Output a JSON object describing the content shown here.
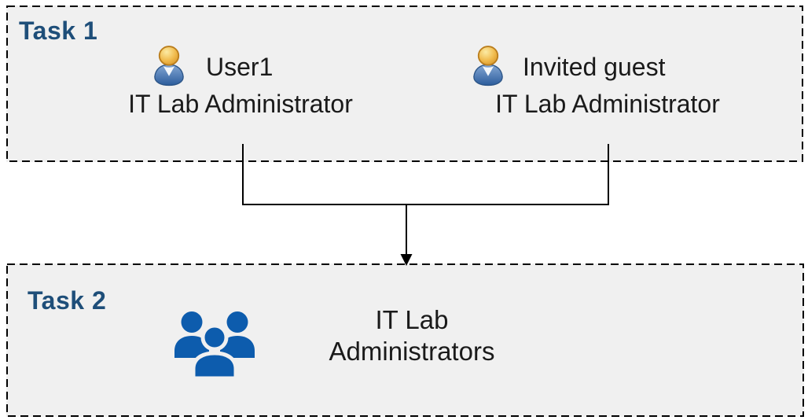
{
  "task1": {
    "label": "Task 1",
    "users": [
      {
        "name": "User1",
        "role": "IT Lab Administrator",
        "icon": "person-icon"
      },
      {
        "name": "Invited guest",
        "role": "IT Lab Administrator",
        "icon": "person-icon"
      }
    ]
  },
  "task2": {
    "label": "Task 2",
    "group": {
      "name_line1": "IT Lab",
      "name_line2": "Administrators",
      "icon": "group-icon"
    }
  },
  "connector": {
    "type": "merge-arrow",
    "from": [
      "User1",
      "Invited guest"
    ],
    "to": "IT Lab Administrators"
  },
  "colors": {
    "task_label": "#1E4E79",
    "box_fill": "#F0F0F0",
    "box_border": "#000000",
    "connector": "#000000",
    "text": "#1A1A1A",
    "group_blue": "#0D5CAD",
    "head_gold": "#EFB845",
    "body_blue": "#3A6CA8"
  }
}
